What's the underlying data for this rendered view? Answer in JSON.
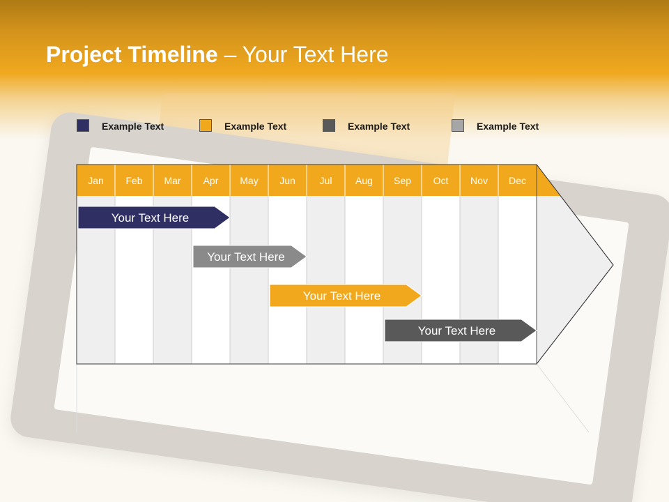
{
  "title": {
    "bold": "Project Timeline",
    "rest": " – Your Text Here"
  },
  "legend": [
    {
      "label": "Example Text",
      "color": "#2f2f63"
    },
    {
      "label": "Example Text",
      "color": "#f2a81d"
    },
    {
      "label": "Example Text",
      "color": "#595959"
    },
    {
      "label": "Example Text",
      "color": "#a6a6a6"
    }
  ],
  "months": [
    "Jan",
    "Feb",
    "Mar",
    "Apr",
    "May",
    "Jun",
    "Jul",
    "Aug",
    "Sep",
    "Oct",
    "Nov",
    "Dec"
  ],
  "colors": {
    "header": "#f2a81d",
    "col_shaded": "#efefef",
    "col_plain": "#ffffff",
    "grid": "#cfcfcf"
  },
  "tasks": [
    {
      "label": "Your  Text Here",
      "color": "#2f2f63",
      "start_month": "Jan",
      "end_month": "Apr"
    },
    {
      "label": "Your  Text Here",
      "color": "#8a8a8a",
      "start_month": "Apr",
      "end_month": "Jun"
    },
    {
      "label": "Your  Text Here",
      "color": "#f2a81d",
      "start_month": "Jun",
      "end_month": "Sep"
    },
    {
      "label": "Your  Text Here",
      "color": "#595959",
      "start_month": "Sep",
      "end_month": "Dec"
    }
  ]
}
